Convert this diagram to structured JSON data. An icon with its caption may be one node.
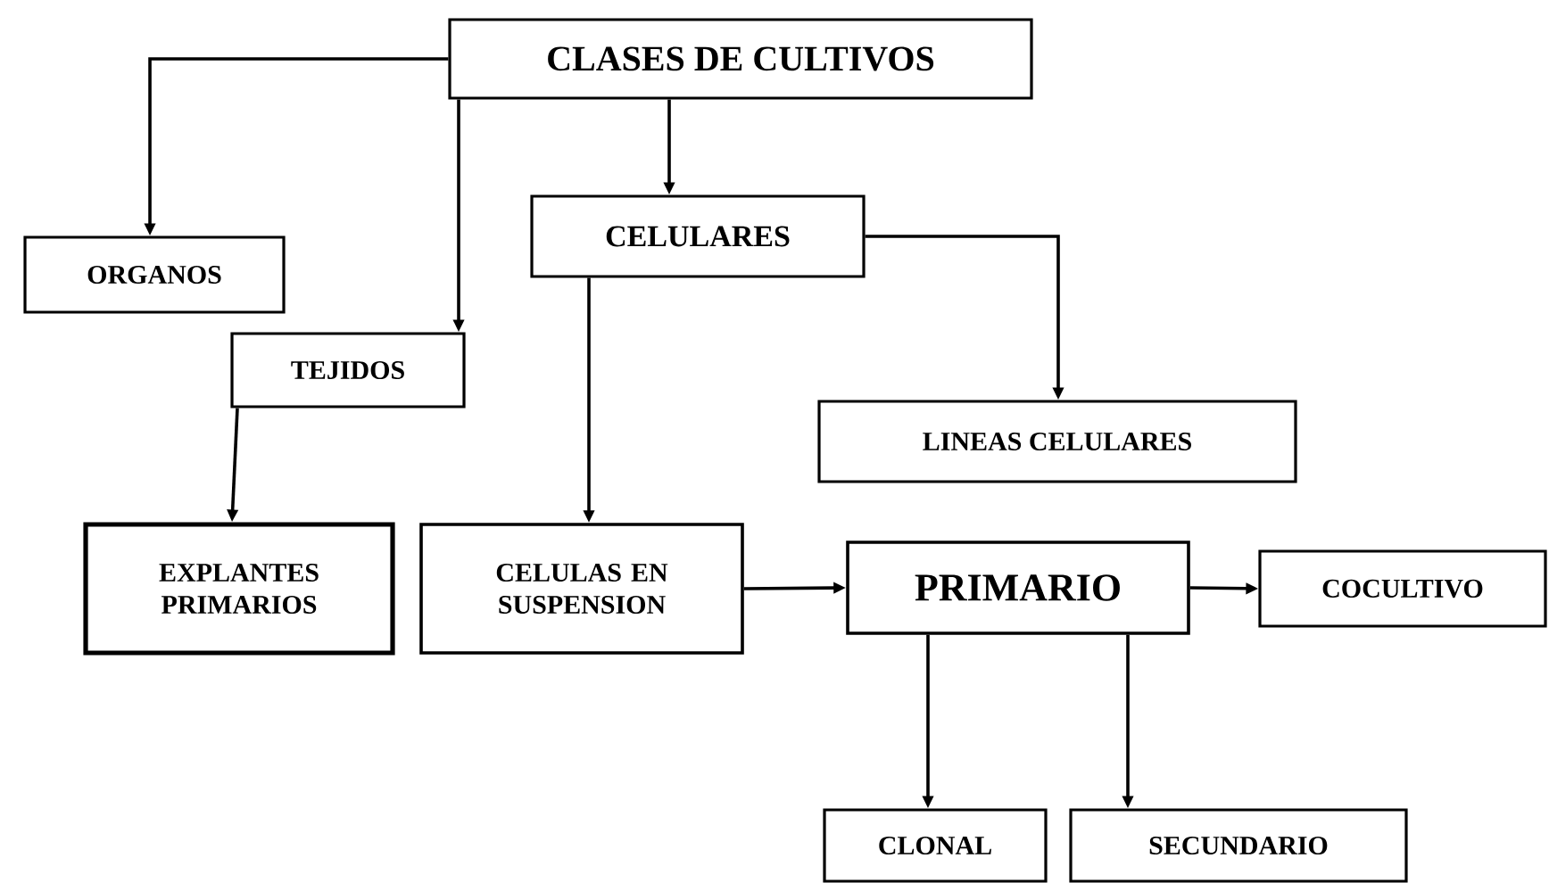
{
  "diagram": {
    "nodes": [
      {
        "text": [
          "CLASES DE CULTIVOS"
        ]
      },
      {
        "text": [
          "ORGANOS"
        ]
      },
      {
        "text": [
          "CELULARES"
        ]
      },
      {
        "text": [
          "TEJIDOS"
        ]
      },
      {
        "text": [
          "LINEAS CELULARES"
        ]
      },
      {
        "text": [
          "EXPLANTES PRIMARIOS"
        ]
      },
      {
        "text": [
          "CELULAS EN SUSPENSION"
        ]
      },
      {
        "text": [
          "PRIMARIO"
        ]
      },
      {
        "text": [
          "COCULTIVO"
        ]
      },
      {
        "text": [
          "CLONAL"
        ]
      },
      {
        "text": [
          "SECUNDARIO"
        ]
      }
    ],
    "edges": [
      {
        "from": 0,
        "to": 1,
        "arrow": "to"
      },
      {
        "from": 0,
        "to": 3,
        "arrow": "to"
      },
      {
        "from": 0,
        "to": 2,
        "arrow": "to"
      },
      {
        "from": 2,
        "to": 4,
        "arrow": "to"
      },
      {
        "from": 3,
        "to": 5,
        "arrow": "to"
      },
      {
        "from": 2,
        "to": 6,
        "arrow": "to"
      },
      {
        "from": 6,
        "to": 7,
        "arrow": "to"
      },
      {
        "from": 7,
        "to": 8,
        "arrow": "to"
      },
      {
        "from": 7,
        "to": 9,
        "arrow": "to"
      },
      {
        "from": 7,
        "to": 10,
        "arrow": "to"
      }
    ]
  }
}
